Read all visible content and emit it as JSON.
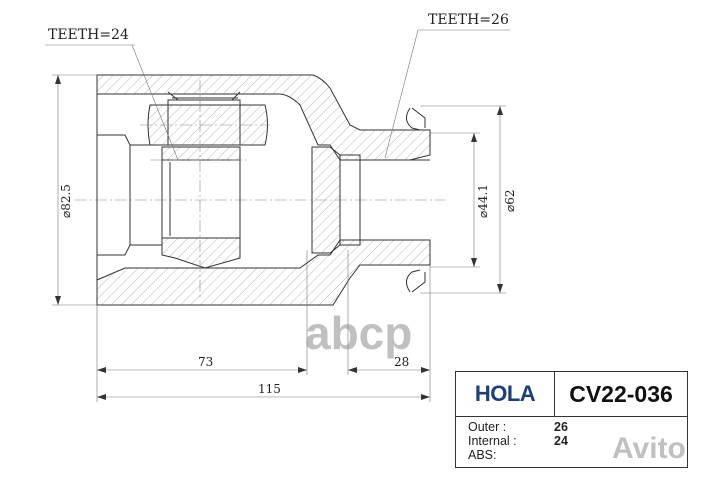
{
  "labels": {
    "inner_teeth": "TEETH=24",
    "outer_teeth": "TEETH=26"
  },
  "dimensions": {
    "housing_diameter": "⌀82.5",
    "spline_diameter": "⌀44.1",
    "neck_diameter": "⌀62",
    "length_inner": "73",
    "length_stem": "28",
    "length_total": "115"
  },
  "title_block": {
    "brand": "HOLA",
    "brand_color": "#1d3f73",
    "part_number": "CV22-036",
    "rows": [
      {
        "key": "Outer :",
        "value": "26"
      },
      {
        "key": "Internal :",
        "value": "24"
      },
      {
        "key": "ABS:",
        "value": ""
      }
    ]
  },
  "watermarks": {
    "left": "abcp",
    "right": "Avito"
  }
}
